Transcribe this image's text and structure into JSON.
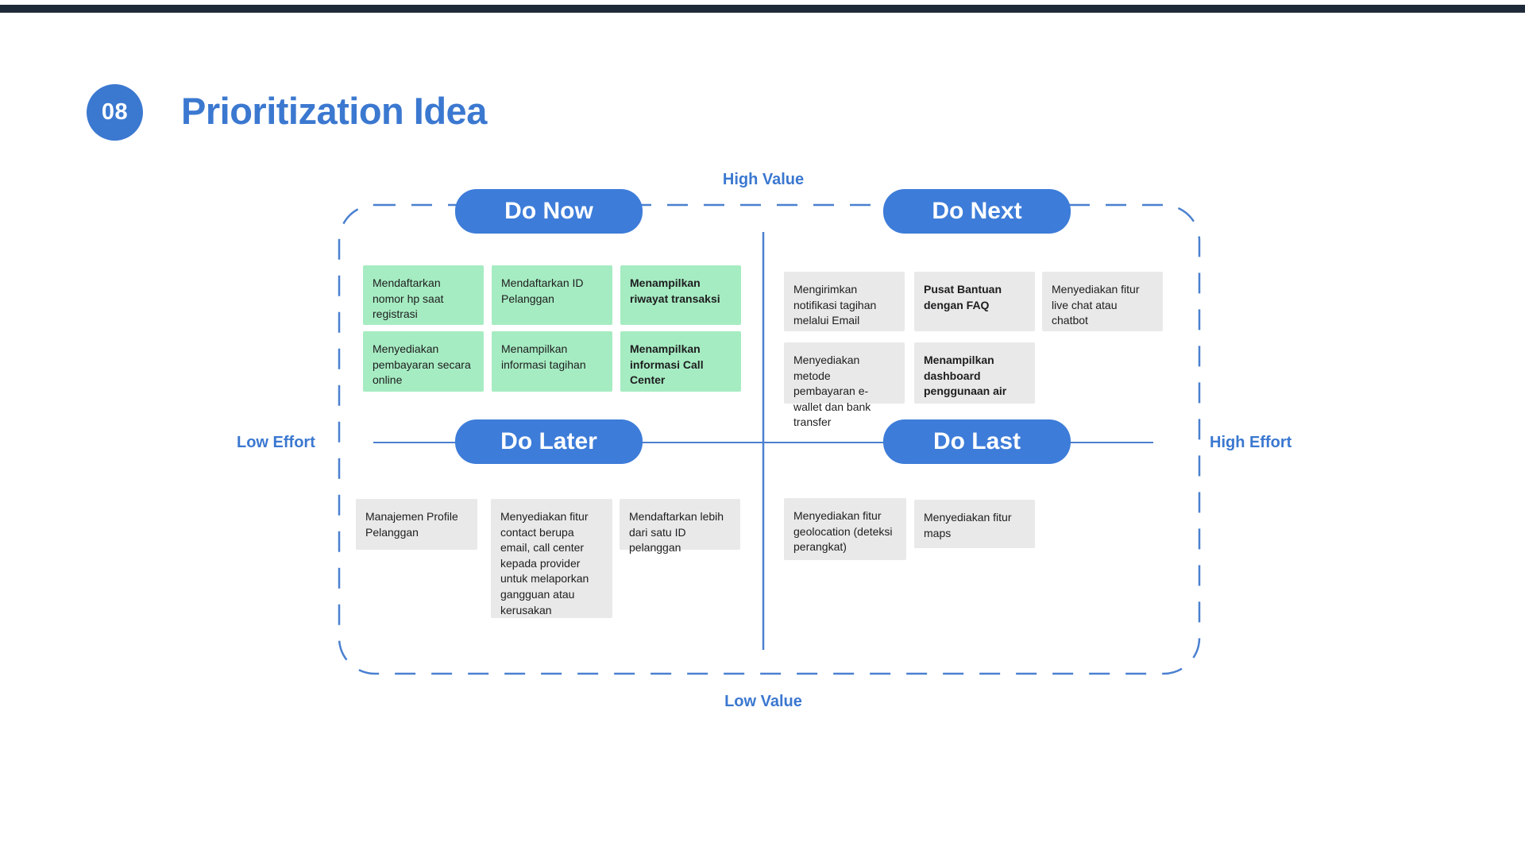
{
  "slide": {
    "badge_number": "08",
    "title": "Prioritization Idea"
  },
  "matrix": {
    "axis_labels": {
      "top": "High Value",
      "bottom": "Low Value",
      "left": "Low Effort",
      "right": "High Effort"
    },
    "quadrants": {
      "do_now": {
        "label": "Do Now",
        "sticky_color": "#a6ecc2",
        "stickies": [
          {
            "text": "Mendaftarkan nomor hp saat registrasi",
            "bold": false
          },
          {
            "text": "Mendaftarkan ID Pelanggan",
            "bold": false
          },
          {
            "text": "Menampilkan riwayat transaksi",
            "bold": true
          },
          {
            "text": "Menyediakan pembayaran secara online",
            "bold": false
          },
          {
            "text": "Menampilkan informasi tagihan",
            "bold": false
          },
          {
            "text": "Menampilkan informasi Call Center",
            "bold": true
          }
        ]
      },
      "do_next": {
        "label": "Do Next",
        "sticky_color": "#e9e9e9",
        "stickies": [
          {
            "text": "Mengirimkan notifikasi tagihan melalui Email",
            "bold": false
          },
          {
            "text": "Pusat Bantuan dengan FAQ",
            "bold": true
          },
          {
            "text": "Menyediakan fitur live chat atau chatbot",
            "bold": false
          },
          {
            "text": "Menyediakan metode pembayaran e-wallet dan bank transfer",
            "bold": false
          },
          {
            "text": "Menampilkan dashboard penggunaan air",
            "bold": true
          }
        ]
      },
      "do_later": {
        "label": "Do Later",
        "sticky_color": "#e9e9e9",
        "stickies": [
          {
            "text": "Manajemen Profile Pelanggan",
            "bold": false
          },
          {
            "text": "Menyediakan fitur contact berupa email, call center kepada provider untuk melaporkan gangguan atau kerusakan",
            "bold": false
          },
          {
            "text": "Mendaftarkan lebih dari satu ID pelanggan",
            "bold": false
          }
        ]
      },
      "do_last": {
        "label": "Do Last",
        "sticky_color": "#e9e9e9",
        "stickies": [
          {
            "text": "Menyediakan fitur geolocation (deteksi perangkat)",
            "bold": false
          },
          {
            "text": "Menyediakan fitur maps",
            "bold": false
          }
        ]
      }
    }
  },
  "colors": {
    "accent_blue": "#3b78d0",
    "button_blue": "#3d7cd9",
    "dash_blue": "#4a80d0",
    "sticky_green": "#a6ecc2",
    "sticky_gray": "#e9e9e9",
    "top_bar": "#1f2a38",
    "text_dark": "#1d1d1f"
  }
}
